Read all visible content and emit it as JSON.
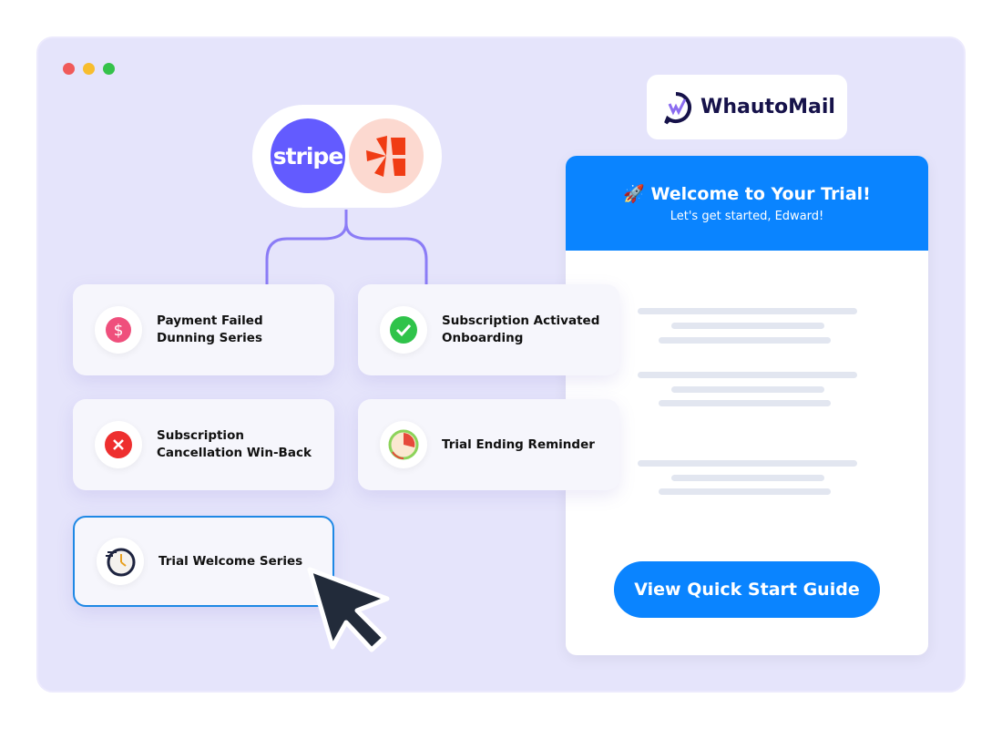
{
  "window": {
    "dots": [
      "#f05a5a",
      "#f7bd2e",
      "#35c24a"
    ]
  },
  "integrations": {
    "stripe_label": "stripe",
    "kit_icon": "kit-logo-icon"
  },
  "cards": [
    {
      "line1": "Payment Failed",
      "line2": "Dunning Series",
      "icon": "dollar-icon"
    },
    {
      "line1": "Subscription Activated",
      "line2": "Onboarding",
      "icon": "check-icon"
    },
    {
      "line1": "Subscription",
      "line2": "Cancellation Win-Back",
      "icon": "x-icon"
    },
    {
      "line1": "Trial Ending Reminder",
      "line2": "",
      "icon": "timer-icon"
    },
    {
      "line1": "Trial Welcome Series",
      "line2": "",
      "icon": "stopwatch-icon"
    }
  ],
  "brand": {
    "name": "WhautoMail"
  },
  "email": {
    "title": "🚀 Welcome to Your Trial!",
    "subtitle": "Let's get started, Edward!",
    "button": "View Quick Start Guide"
  },
  "colors": {
    "accent": "#0a84ff",
    "stripe": "#635bff",
    "connector": "#8b7cf6"
  }
}
